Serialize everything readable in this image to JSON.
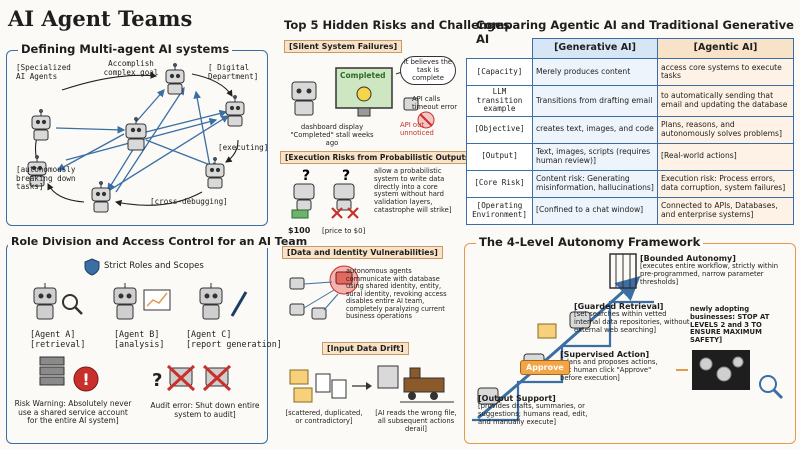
{
  "title": "AI Agent Teams",
  "colors": {
    "blue": "#3a6ea5",
    "orange": "#e39a49",
    "red": "#c9302c",
    "green": "#4a9a4a"
  },
  "multi_agent": {
    "title": "Defining Multi-agent AI systems",
    "labels": {
      "specialized": "[Specialized AI Agents",
      "accomplish": "Accomplish complex goal",
      "digital": "[ Digital Department]",
      "executing": "[executing]",
      "autonomous": "[autonomously breaking down tasks]",
      "cross": "[cross-debugging]"
    }
  },
  "roles": {
    "title": "Role Division and Access Control for an AI Team",
    "strict": "Strict Roles and Scopes",
    "agent_a": "[Agent A]",
    "agent_a_role": "[retrieval]",
    "agent_b": "[Agent B]",
    "agent_b_role": "[analysis]",
    "agent_c": "[Agent C]",
    "agent_c_role": "[report generation]",
    "risk": "Risk Warning: Absolutely never use a shared service account for the entire AI system]",
    "audit": "Audit error: Shut down entire system to audit]"
  },
  "risks": {
    "title": "Top 5 Hidden Risks and Challenges",
    "silent": {
      "heading": "[Silent System Failures]",
      "screen": "Completed",
      "bubble": "it believes the task is complete",
      "api": "API calls timeout error",
      "dashboard": "dashboard display \"Completed\" stall weeks ago",
      "unnoticed": "API out unnoticed"
    },
    "exec": {
      "heading": "[Execution Risks from Probabilistic Outputs]",
      "desc": "allow a probabilistic system to write data directly into a core system without hard validation layers, catastrophe will strike]",
      "price_a": "$100",
      "price_b": "[price to $0]"
    },
    "data": {
      "heading": "[Data and Identity Vulnerabilities]",
      "desc": "autonomous agents communicate with database using shared identity, entity, sural identity, revoking access disables entire AI team, completely paralyzing current business operations"
    },
    "drift": {
      "heading": "[Input Data Drift]",
      "left": "[scattered, duplicated, or contradictory]",
      "right": "[AI reads the wrong file, all subsequent actions derail]"
    }
  },
  "compare": {
    "title": "Comparing Agentic AI and Traditional Generative AI",
    "headers": [
      "[Generative AI]",
      "[Agentic AI]"
    ],
    "rows": [
      {
        "label": "[Capacity]",
        "gen": "Merely produces content",
        "ag": "access core systems to execute tasks"
      },
      {
        "label": "LLM transition example",
        "gen": "Transitions from drafting email",
        "ag": "to automatically sending that email and updating the database"
      },
      {
        "label": "[Objective]",
        "gen": "creates text, images, and code",
        "ag": "Plans, reasons, and autonomously solves problems]"
      },
      {
        "label": "[Output]",
        "gen": "Text, images, scripts (requires human review)]",
        "ag": "[Real-world actions]"
      },
      {
        "label": "[Core Risk]",
        "gen": "Content risk: Generating misinformation, hallucinations]",
        "ag": "Execution risk: Process errors, data corruption, system failures]"
      },
      {
        "label": "[Operating Environment]",
        "gen": "[Confined to a chat window]",
        "ag": "Connected to APIs, Databases, and enterprise systems]"
      }
    ]
  },
  "autonomy": {
    "title": "The 4-Level Autonomy Framework",
    "l4_title": "[Bounded Autonomy]",
    "l4_desc": "[executes entire workflow, strictly within pre-programmed, narrow parameter thresholds]",
    "l3_title": "[Guarded Retrieval]",
    "l3_desc": "[set searches within vetted internal data repositories, without external web searching]",
    "l2_title": "[Supervised Action]",
    "l2_desc": "[plans and proposes actions, but human click \"Approve\" before execution]",
    "approve": "Approve",
    "l1_title": "[Output Support]",
    "l1_desc": "[provides drafts, summaries, or suggestions; humans read, edit, and manually execute]",
    "note": "newly adopting businesses: STOP AT LEVELS 2 and 3 TO ENSURE MAXIMUM SAFETY]"
  }
}
